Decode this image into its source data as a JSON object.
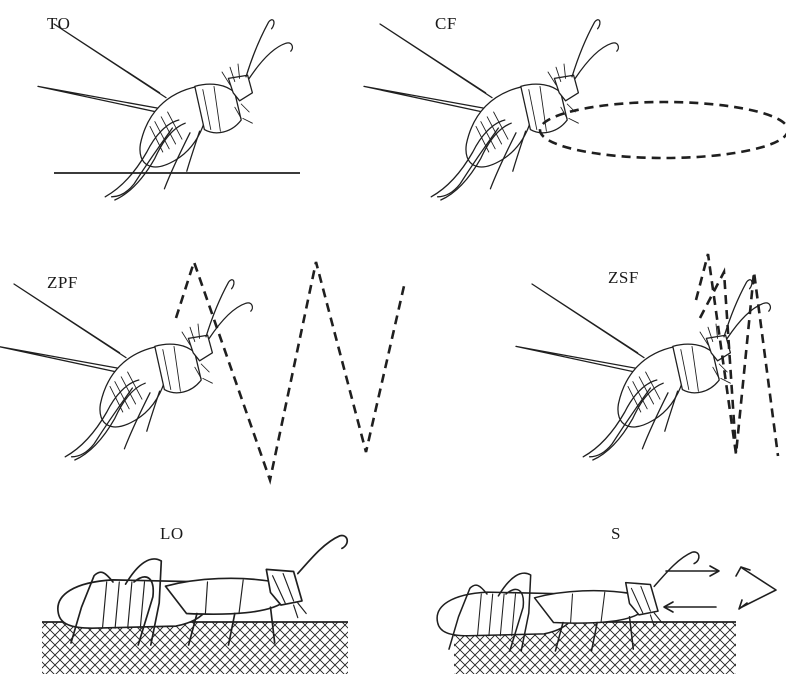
{
  "panels": [
    {
      "id": "to",
      "label": "TO"
    },
    {
      "id": "cf",
      "label": "CF"
    },
    {
      "id": "zpf",
      "label": "ZPF"
    },
    {
      "id": "zsf",
      "label": "ZSF"
    },
    {
      "id": "lo",
      "label": "LO"
    },
    {
      "id": "s",
      "label": "S"
    }
  ]
}
